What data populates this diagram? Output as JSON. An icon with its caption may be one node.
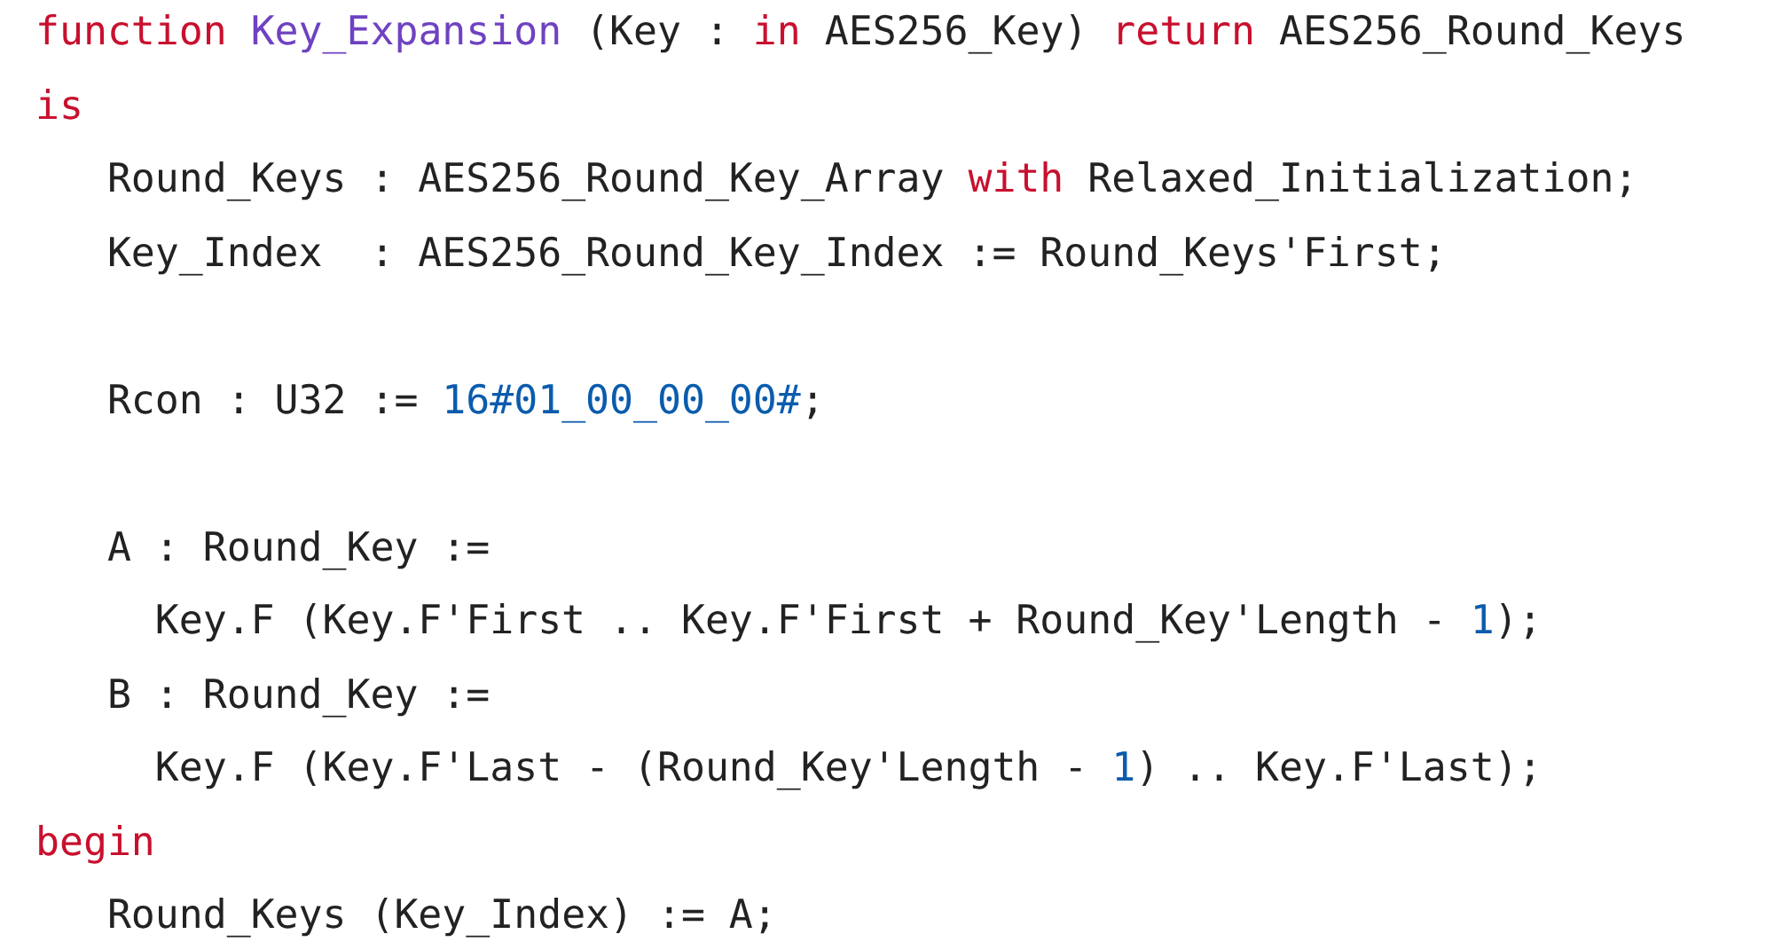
{
  "diagram": {
    "labels": [
      "function Key_Expansion (Key : in AES256_Key) return AES256_Round_Keys",
      "is",
      "Round_Keys : AES256_Round_Key_Array with Relaxed_Initialization;",
      "Key_Index  : AES256_Round_Key_Index := Round_Keys'First;",
      "Rcon : U32 := 16#01_00_00_00#;",
      "A : Round_Key :=",
      "Key.F (Key.F'First .. Key.F'First + Round_Key'Length - 1);",
      "B : Round_Key :=",
      "Key.F (Key.F'Last - (Round_Key'Length - 1) .. Key.F'Last);",
      "begin",
      "Round_Keys (Key_Index) := A;"
    ]
  }
}
